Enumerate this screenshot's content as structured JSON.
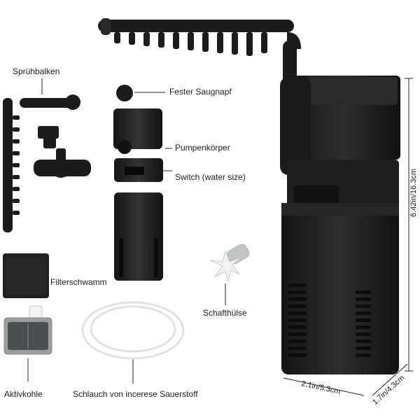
{
  "labels": {
    "spray_bar": "Sprühbalken",
    "suction_cup": "Fester Saugnapf",
    "pump_body": "Pumpenkörper",
    "switch": "Switch  (water size)",
    "filter_sponge": "Filterschwamm",
    "shaft_sleeve": "Schafthülse",
    "activated_carbon": "Aktivkohle",
    "hose": "Schlauch von incerese Sauerstoff"
  },
  "dimensions": {
    "height": "6.42in/16.3cm",
    "width": "2.1in/5.3cm",
    "depth": "1.7in/4.3cm"
  },
  "colors": {
    "product": "#1c1c1c",
    "product_highlight": "#3a3a3a",
    "sponge": "#2a2a2a",
    "hose": "#e6e6e6",
    "line": "#222222"
  }
}
